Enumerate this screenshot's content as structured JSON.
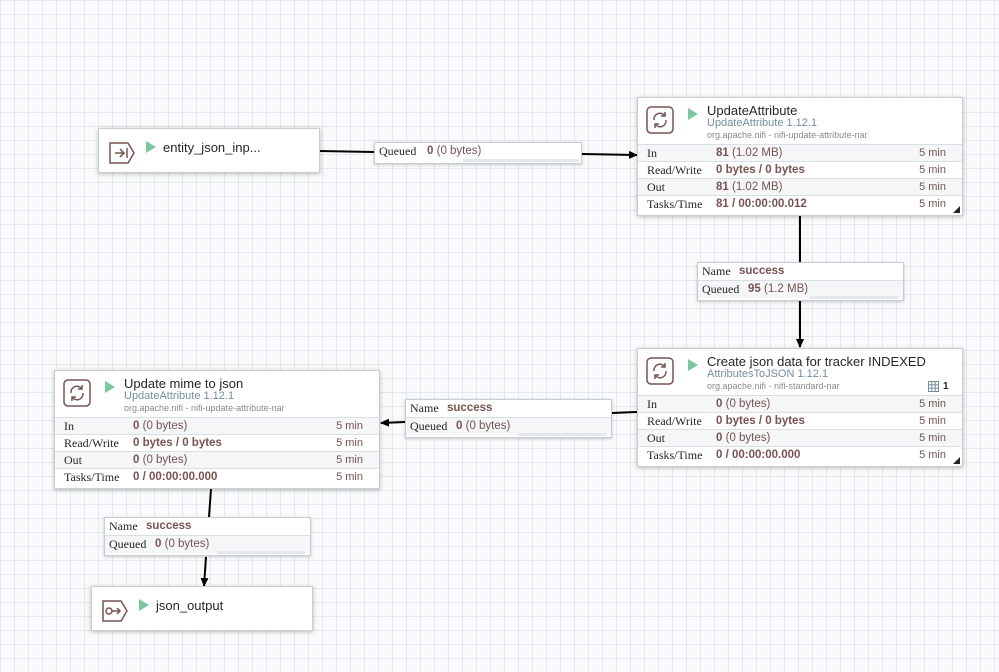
{
  "input_port": {
    "name": "entity_json_inp..."
  },
  "output_port": {
    "name": "json_output"
  },
  "processors": [
    {
      "title": "UpdateAttribute",
      "type": "UpdateAttribute 1.12.1",
      "bundle": "org.apache.nifi - nifi-update-attribute-nar",
      "stats": [
        {
          "label": "In",
          "value": "81",
          "extra": "(1.02 MB)",
          "time": "5 min"
        },
        {
          "label": "Read/Write",
          "value": "0 bytes / 0 bytes",
          "extra": "",
          "time": "5 min"
        },
        {
          "label": "Out",
          "value": "81",
          "extra": "(1.02 MB)",
          "time": "5 min"
        },
        {
          "label": "Tasks/Time",
          "value": "81 / 00:00:00.012",
          "extra": "",
          "time": "5 min"
        }
      ]
    },
    {
      "title": "Create json data for tracker INDEXED",
      "type": "AttributesToJSON 1.12.1",
      "bundle": "org.apache.nifi - nifi-standard-nar",
      "badge": "1",
      "stats": [
        {
          "label": "In",
          "value": "0",
          "extra": "(0 bytes)",
          "time": "5 min"
        },
        {
          "label": "Read/Write",
          "value": "0 bytes / 0 bytes",
          "extra": "",
          "time": "5 min"
        },
        {
          "label": "Out",
          "value": "0",
          "extra": "(0 bytes)",
          "time": "5 min"
        },
        {
          "label": "Tasks/Time",
          "value": "0 / 00:00:00.000",
          "extra": "",
          "time": "5 min"
        }
      ]
    },
    {
      "title": "Update mime to json",
      "type": "UpdateAttribute 1.12.1",
      "bundle": "org.apache.nifi - nifi-update-attribute-nar",
      "stats": [
        {
          "label": "In",
          "value": "0",
          "extra": "(0 bytes)",
          "time": "5 min"
        },
        {
          "label": "Read/Write",
          "value": "0 bytes / 0 bytes",
          "extra": "",
          "time": "5 min"
        },
        {
          "label": "Out",
          "value": "0",
          "extra": "(0 bytes)",
          "time": "5 min"
        },
        {
          "label": "Tasks/Time",
          "value": "0 / 00:00:00.000",
          "extra": "",
          "time": "5 min"
        }
      ]
    }
  ],
  "connections": [
    {
      "name_label": "",
      "name": "",
      "queued_label": "Queued",
      "queued_count": "0",
      "queued_size": "(0 bytes)"
    },
    {
      "name_label": "Name",
      "name": "success",
      "queued_label": "Queued",
      "queued_count": "95",
      "queued_size": "(1.2 MB)"
    },
    {
      "name_label": "Name",
      "name": "success",
      "queued_label": "Queued",
      "queued_count": "0",
      "queued_size": "(0 bytes)"
    },
    {
      "name_label": "Name",
      "name": "success",
      "queued_label": "Queued",
      "queued_count": "0",
      "queued_size": "(0 bytes)"
    }
  ],
  "colors": {
    "run_green": "#7dc7a0",
    "value_brown": "#775351",
    "type_blue": "#728e9b"
  }
}
